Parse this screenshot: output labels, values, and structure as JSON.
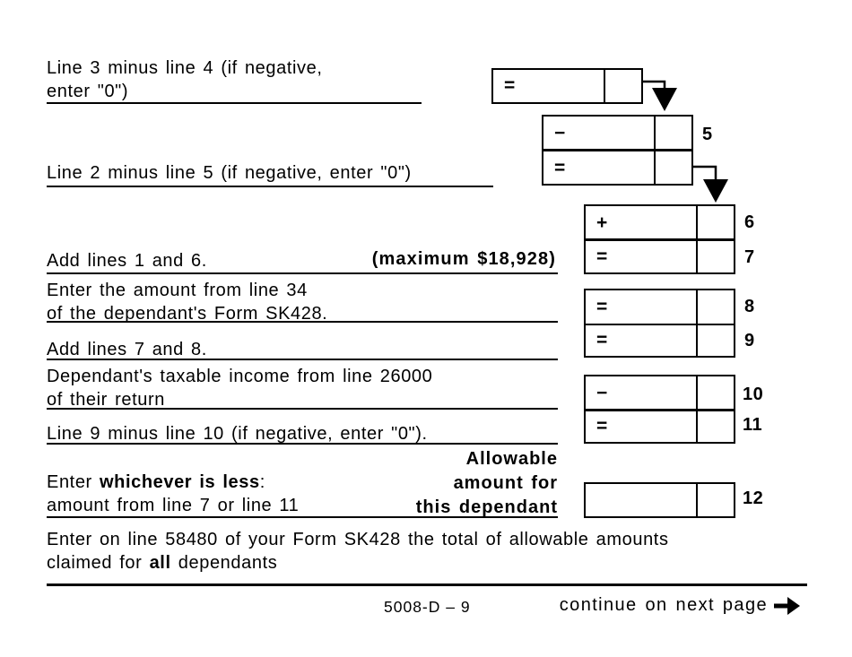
{
  "page": {
    "ink_color": "#000000",
    "paper_color": "#ffffff"
  },
  "rows": {
    "line3_minus_line4": {
      "line1": "Line 3 minus line 4 (if negative,",
      "line2": "enter \"0\")"
    },
    "line2_minus_line5": {
      "text": "Line 2 minus line 5 (if negative, enter \"0\")"
    },
    "add_lines_1_6": {
      "text": "Add lines 1 and 6.",
      "maximum": "(maximum $18,928)"
    },
    "enter_line34": {
      "line1": "Enter the amount from line 34",
      "line2": "of the dependant's Form SK428."
    },
    "add_lines_7_8": {
      "text": "Add lines 7 and 8."
    },
    "dependant_income": {
      "line1": "Dependant's taxable income from line 26000",
      "line2": "of their return"
    },
    "line9_minus_line10": {
      "text": "Line 9 minus line 10 (if negative, enter \"0\")."
    },
    "whichever_less": {
      "pre": "Enter ",
      "bold": "whichever is less",
      "post": ":",
      "line2": "amount from line 7 or line 11"
    },
    "allowable_label": {
      "line1": "Allowable",
      "line2": "amount for",
      "line3": "this dependant"
    },
    "enter_58480": {
      "line1": "Enter on line 58480 of your Form SK428 the total of allowable amounts",
      "line2_pre": "claimed for ",
      "line2_bold": "all",
      "line2_post": " dependants"
    }
  },
  "boxes": {
    "result_top": {
      "operator": "="
    },
    "pair5": {
      "op_top": "−",
      "op_bottom": "=",
      "line_number": "5"
    },
    "pair67": {
      "op_top": "+",
      "op_bottom": "=",
      "line_top": "6",
      "line_bottom": "7"
    },
    "pair89": {
      "op_top": "=",
      "op_bottom": "=",
      "line_top": "8",
      "line_bottom": "9"
    },
    "pair1011": {
      "op_top": "−",
      "op_bottom": "=",
      "line_top": "10",
      "line_bottom": "11"
    },
    "box12": {
      "line_number": "12"
    }
  },
  "footer": {
    "form_code": "5008-D – 9",
    "continue_text": "continue on next page"
  }
}
